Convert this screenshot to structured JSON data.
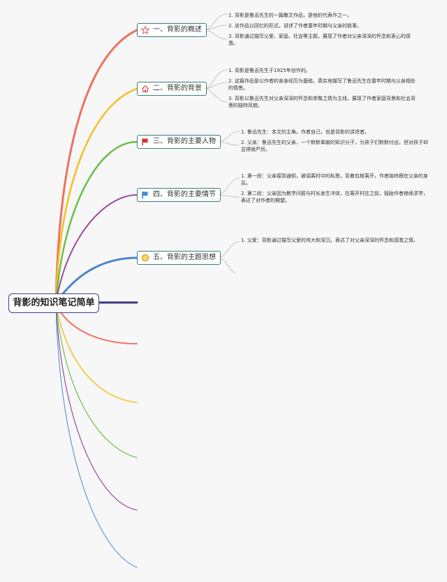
{
  "root_title": "背影的知识笔记简单",
  "colors": {
    "red": "#f07060",
    "yellow": "#f4c020",
    "green": "#6cc04a",
    "purple": "#9b4b9a",
    "blue": "#4a86cf",
    "navy": "#3a3480",
    "teal": "#3a7d7a"
  },
  "topics": [
    {
      "label": "一、背影的概述",
      "icon": "star-icon",
      "notes": [
        "1. 背影是鲁迅先生的一篇散文作品，是他的代表作之一。",
        "2. 该作品以回忆的形式，讲述了作者童年时期与父亲的故事。",
        "3. 背影通过描写父爱、家庭、社会等主题，展现了作者对父亲深深的怀念和衷心的感激。"
      ]
    },
    {
      "label": "二、背影的背景",
      "icon": "house-icon",
      "notes": [
        "1. 背影是鲁迅先生于1925年创作的。",
        "2. 这篇作品是以作者的亲身经历为基础，真实地描写了鲁迅先生在童年时期与父亲相处的情景。",
        "3. 背影以鲁迅先生对父亲深深的怀念和崇敬之情为主线，展现了作者家庭背景和社会背景的独特风貌。"
      ]
    },
    {
      "label": "三、背影的主要人物",
      "icon": "red-flag-icon",
      "notes": [
        "1. 鲁迅先生：本文的主角。作者自己，也是背影的讲述者。",
        "2. 父亲：鲁迅先生的父亲，一个默默奉献的知识分子，为孩子们默默付出，但对孩子却显得很严厉。"
      ]
    },
    {
      "label": "四、背影的主要情节",
      "icon": "blue-flag-icon",
      "notes": [
        "1. 第一段：父亲接到通知，被调离村中的私塾，背着包袱离开，作者始终跟在父亲的身后。",
        "2. 第二段：父亲因为教学问题与村长发生冲突，在离开村庄之前，鼓励作者继续求学，表达了对作者的期望。"
      ]
    },
    {
      "label": "五、背影的主题思想",
      "icon": "medal-icon",
      "notes": [
        "1. 父爱：背影通过描写父爱的伟大和深沉，表达了对父亲深深的怀念和感激之情。"
      ]
    }
  ]
}
